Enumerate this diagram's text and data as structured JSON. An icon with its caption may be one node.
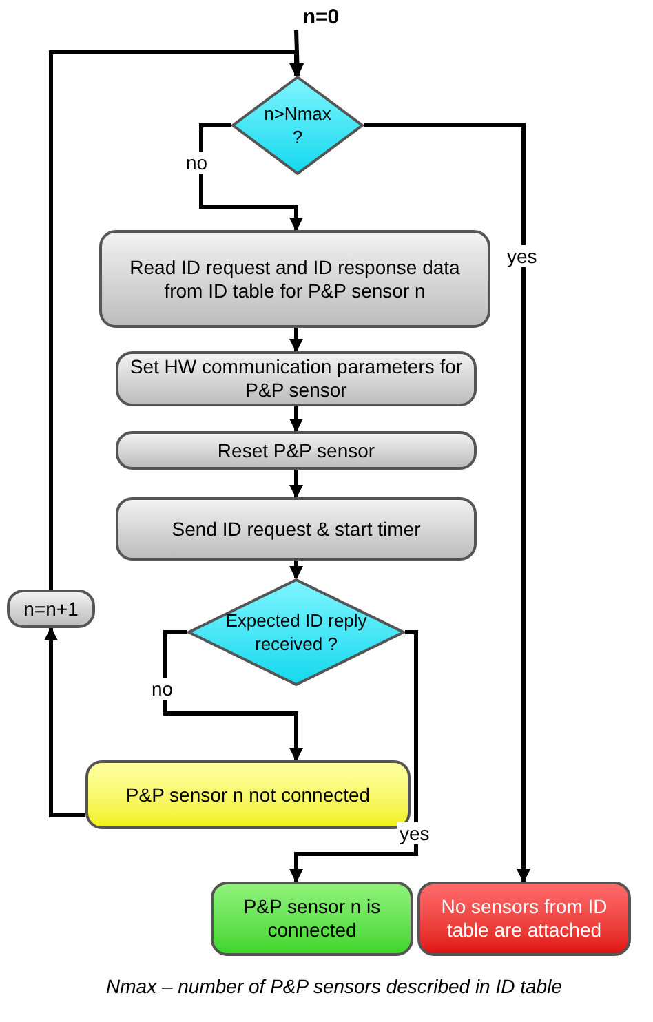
{
  "diagram": {
    "caption": "Nmax – number of P&P sensors described in ID table",
    "nodes": [
      {
        "text": [
          "n=0"
        ]
      },
      {
        "text": [
          "n>Nmax ?"
        ]
      },
      {
        "text": [
          "Read ID request and ID response data from ID table for P&P sensor n"
        ]
      },
      {
        "text": [
          "Set HW communication parameters for P&P sensor"
        ]
      },
      {
        "text": [
          "Reset P&P sensor"
        ]
      },
      {
        "text": [
          "Send ID request & start timer"
        ]
      },
      {
        "text": [
          "Expected ID reply received ?"
        ]
      },
      {
        "text": [
          "P&P sensor n not connected"
        ]
      },
      {
        "text": [
          "P&P sensor n is connected"
        ]
      },
      {
        "text": [
          "No sensors from ID table are attached"
        ]
      },
      {
        "text": [
          "n=n+1"
        ]
      }
    ],
    "edges": [
      {
        "from": 0,
        "to": 1,
        "arrow": "to"
      },
      {
        "from": 1,
        "to": 2,
        "arrow": "to",
        "label": "no"
      },
      {
        "from": 1,
        "to": 9,
        "arrow": "to",
        "label": "yes"
      },
      {
        "from": 2,
        "to": 3,
        "arrow": "to"
      },
      {
        "from": 3,
        "to": 4,
        "arrow": "to"
      },
      {
        "from": 4,
        "to": 5,
        "arrow": "to"
      },
      {
        "from": 5,
        "to": 6,
        "arrow": "to"
      },
      {
        "from": 6,
        "to": 7,
        "arrow": "to",
        "label": "no"
      },
      {
        "from": 6,
        "to": 8,
        "arrow": "to",
        "label": "yes"
      },
      {
        "from": 7,
        "to": 10,
        "arrow": "to"
      },
      {
        "from": 10,
        "to": 1,
        "arrow": "to"
      }
    ]
  }
}
